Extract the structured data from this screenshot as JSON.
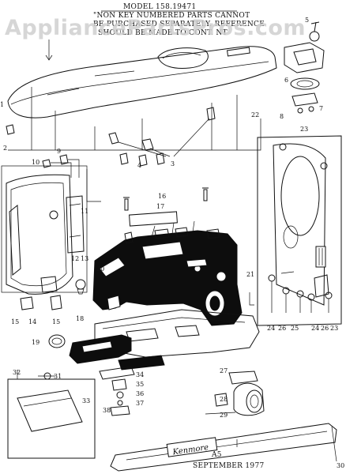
{
  "header": {
    "model": "MODEL 158.19471",
    "note_line1": "\"NON KEY NUMBERED PARTS CANNOT",
    "note_line2": "BE PURCHASED SEPARATELY. REFERENCE",
    "note_line3": "SHOULD BE MADE TO CONT. NT"
  },
  "watermark": "AppliancePartsPros.com",
  "footer": {
    "page": "A5",
    "date": "SEPTEMBER 1977"
  },
  "logo_text": "Kenmore",
  "callouts": {
    "c1": "1",
    "c2": "2",
    "c3": "3",
    "c4": "4",
    "c5": "5",
    "c6": "6",
    "c7": "7",
    "c8": "8",
    "c9": "9",
    "c10": "10",
    "c11": "11",
    "c12": "12",
    "c13": "13",
    "c14": "14",
    "c15a": "15",
    "c15b": "15",
    "c16": "16",
    "c17": "17",
    "c18": "18",
    "c19": "19",
    "c20": "20",
    "c21": "21",
    "c22": "22",
    "c23a": "23",
    "c23b": "23",
    "c24a": "24",
    "c24b": "24",
    "c25": "25",
    "c26a": "26",
    "c26b": "26",
    "c27": "27",
    "c28": "28",
    "c29": "29",
    "c30": "30",
    "c31": "31",
    "c32": "32",
    "c33": "33",
    "c34": "34",
    "c35": "35",
    "c36": "36",
    "c37": "37",
    "c38": "38"
  }
}
